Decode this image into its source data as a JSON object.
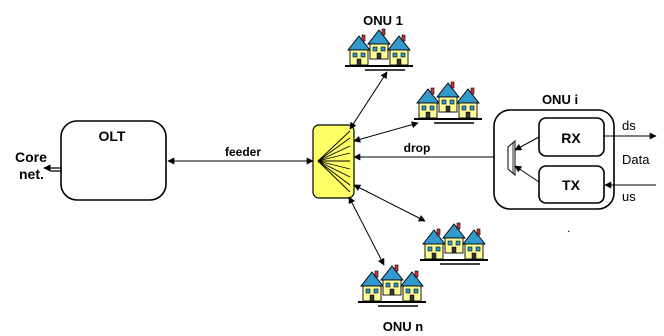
{
  "core_network": {
    "line1": "Core",
    "line2": "net."
  },
  "olt": {
    "label": "OLT"
  },
  "feeder": {
    "label": "feeder"
  },
  "drop": {
    "label": "drop"
  },
  "onu_1": {
    "label": "ONU 1"
  },
  "onu_n": {
    "label": "ONU n"
  },
  "onu_i": {
    "label": "ONU i",
    "rx_label": "RX",
    "tx_label": "TX",
    "ds_label": "ds",
    "data_label": "Data",
    "us_label": "us"
  },
  "misc": {
    "dot": "."
  },
  "colors": {
    "splitter_fill": "#ffff66",
    "house_roof": "#3399cc",
    "house_wall": "#ffff99",
    "house_outline": "#000000"
  },
  "icons": {
    "splitter": "passive-splitter-icon",
    "house_group": "house-group-icon",
    "diplexer": "diplexer-icon"
  }
}
